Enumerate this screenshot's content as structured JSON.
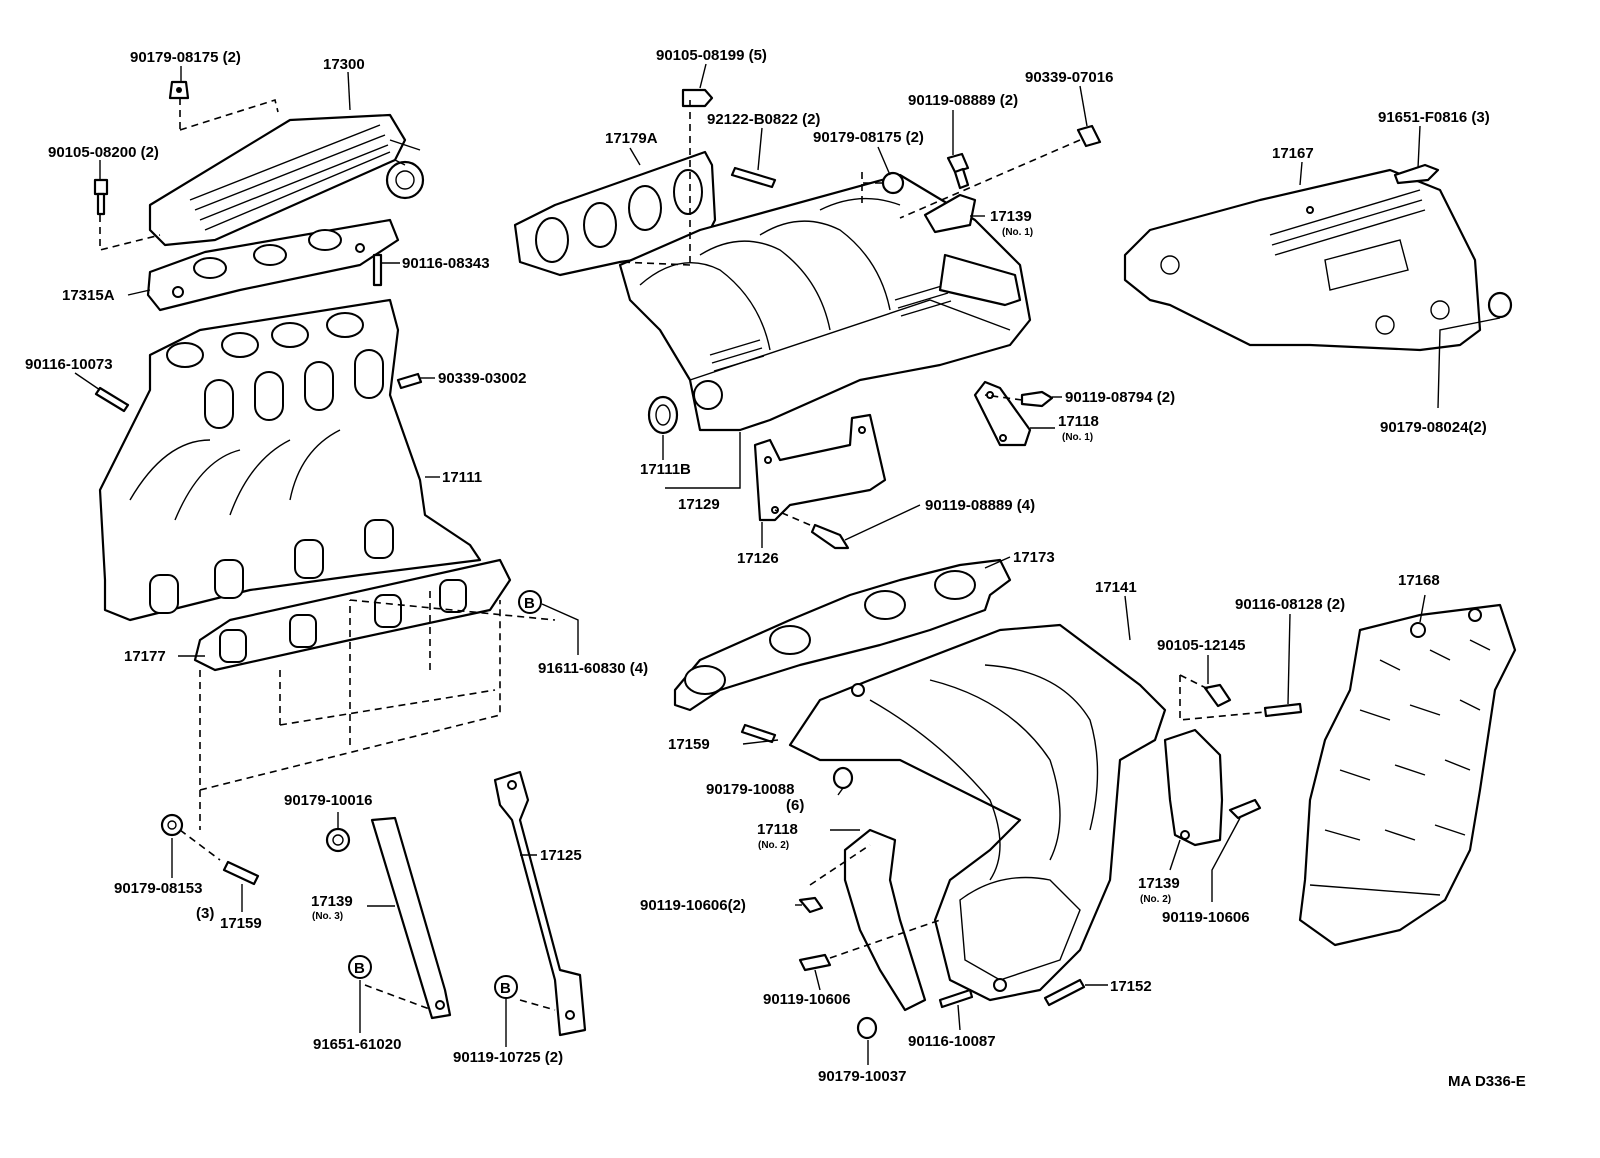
{
  "diagram": {
    "callouts": {
      "c90179_08175_top": "90179-08175 (2)",
      "c17300": "17300",
      "c90105_08200": "90105-08200 (2)",
      "c90116_08343": "90116-08343",
      "c17315A": "17315A",
      "c90116_10073": "90116-10073",
      "c90339_03002": "90339-03002",
      "c17111": "17111",
      "c17177": "17177",
      "cB1": "B",
      "c91611_60830": "91611-60830 (4)",
      "c90105_08199": "90105-08199 (5)",
      "c17179A": "17179A",
      "c92122_B0822": "92122-B0822 (2)",
      "c90179_08175_mid": "90179-08175 (2)",
      "c90119_08889_top": "90119-08889 (2)",
      "c90339_07016": "90339-07016",
      "c17139_no1": "17139",
      "c17139_no1_sub": "(No. 1)",
      "c91651_F0816": "91651-F0816 (3)",
      "c17167": "17167",
      "c90119_08794": "90119-08794 (2)",
      "c17118_no1": "17118",
      "c17118_no1_sub": "(No. 1)",
      "c90179_08024": "90179-08024(2)",
      "c17111B": "17111B",
      "c17129": "17129",
      "c90119_08889_mid": "90119-08889 (4)",
      "c17126": "17126",
      "c17173": "17173",
      "c17141": "17141",
      "c90116_08128": "90116-08128 (2)",
      "c17168": "17168",
      "c90105_12145": "90105-12145",
      "c17159_mid": "17159",
      "c90179_10088": "90179-10088",
      "c90179_10088_qty": "(6)",
      "c17118_no2": "17118",
      "c17118_no2_sub": "(No. 2)",
      "c90119_10606_a": "90119-10606(2)",
      "c17139_no2": "17139",
      "c17139_no2_sub": "(No. 2)",
      "c90119_10606_b": "90119-10606",
      "c90119_10606_c": "90119-10606",
      "c17152": "17152",
      "c90116_10087": "90116-10087",
      "c90179_10037": "90179-10037",
      "c90179_10016": "90179-10016",
      "c17125": "17125",
      "c17139_no3": "17139",
      "c17139_no3_sub": "(No. 3)",
      "c90179_08153": "90179-08153",
      "c90179_08153_qty": "(3)",
      "c17159_low": "17159",
      "cB2": "B",
      "c91651_61020": "91651-61020",
      "cB3": "B",
      "c90119_10725": "90119-10725 (2)"
    },
    "figure_code": "MA D336-E"
  }
}
